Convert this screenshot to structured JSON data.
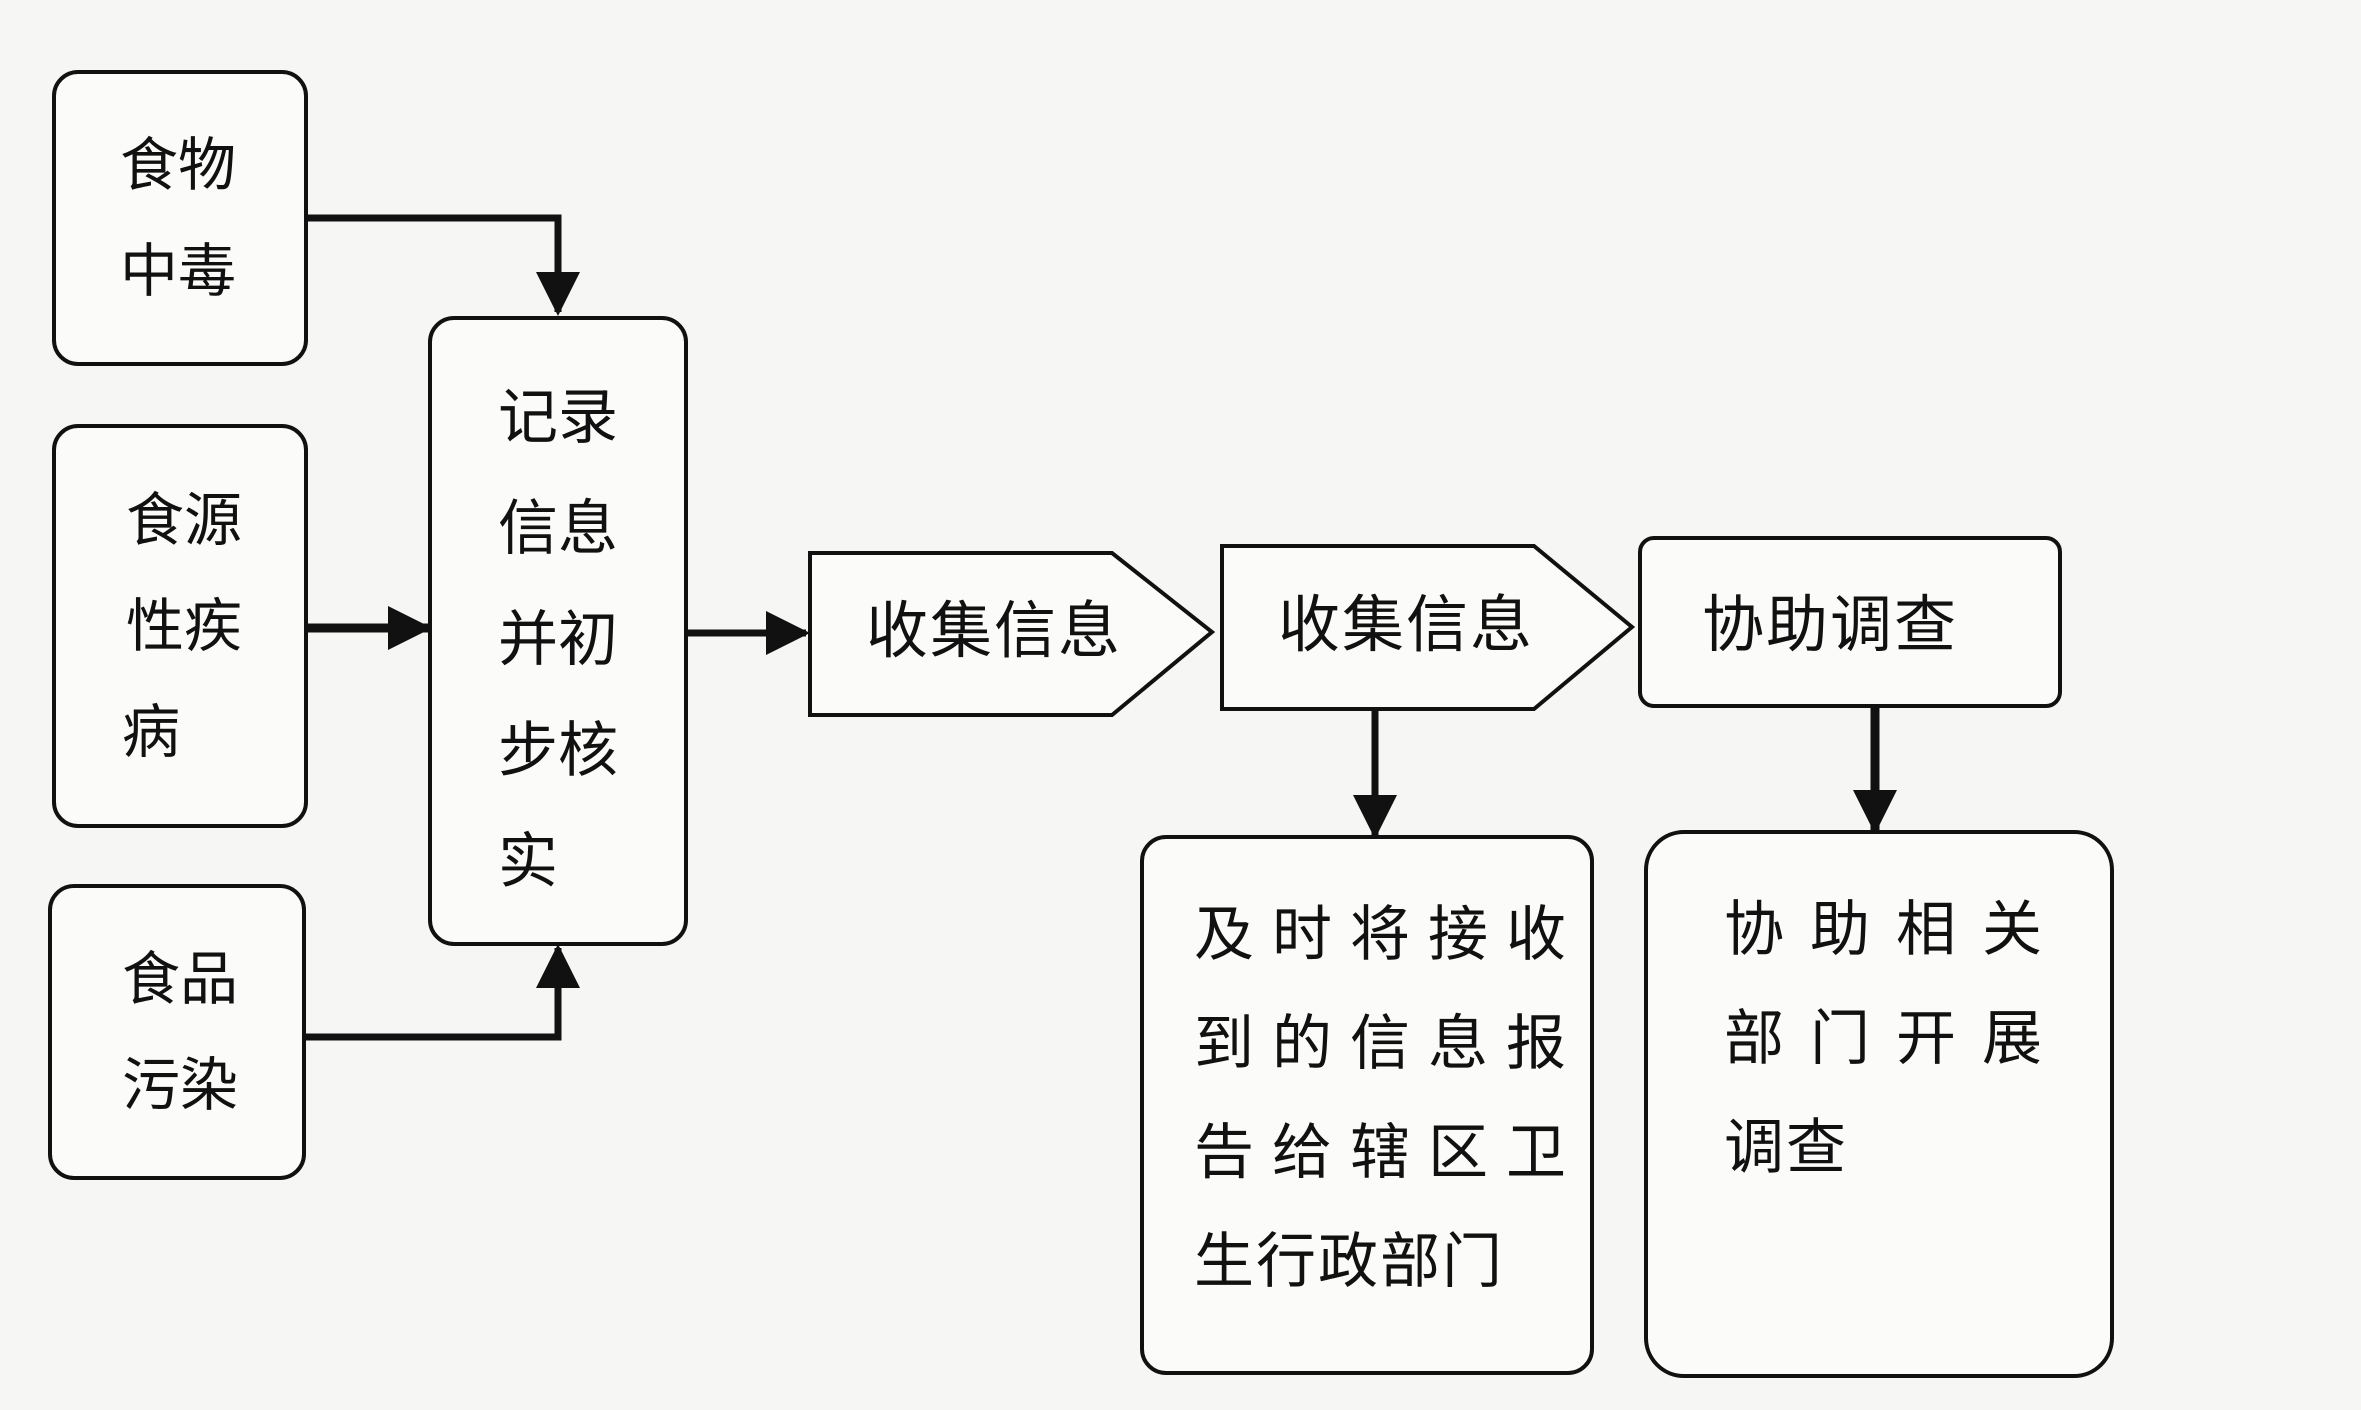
{
  "diagram": {
    "source_boxes": [
      {
        "lines": [
          "食物",
          "中毒"
        ]
      },
      {
        "lines": [
          "食源",
          "性疾",
          "病"
        ]
      },
      {
        "lines": [
          "食品",
          "污染"
        ]
      }
    ],
    "record_box": {
      "lines": [
        "记录",
        "信息",
        "并初",
        "步核",
        "实"
      ]
    },
    "steps": [
      "收集信息",
      "收集信息",
      "协助调查"
    ],
    "report_box": {
      "lines": [
        "及时将接收",
        "到的信息报",
        "告给辖区卫",
        "生行政部门"
      ]
    },
    "assist_box": {
      "lines": [
        "协助相关",
        "部门开展",
        "调查"
      ]
    }
  }
}
